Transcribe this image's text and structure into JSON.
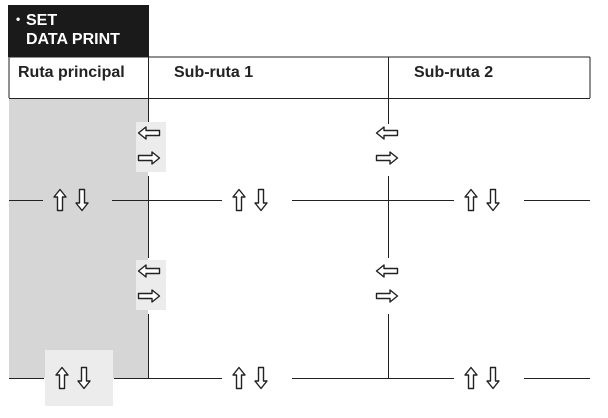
{
  "title": {
    "line1": "SET",
    "line2": "DATA PRINT"
  },
  "columns": [
    {
      "label": "Ruta principal"
    },
    {
      "label": "Sub-ruta 1"
    },
    {
      "label": "Sub-ruta 2"
    }
  ],
  "arrow_icons": {
    "vertical": "up-down-arrows-icon",
    "horizontal": "left-right-arrows-icon"
  },
  "colors": {
    "title_background": "#1a1a1a",
    "title_text": "#ffffff",
    "main_route_shading": "#d6d6d6",
    "lines": "#222222"
  }
}
